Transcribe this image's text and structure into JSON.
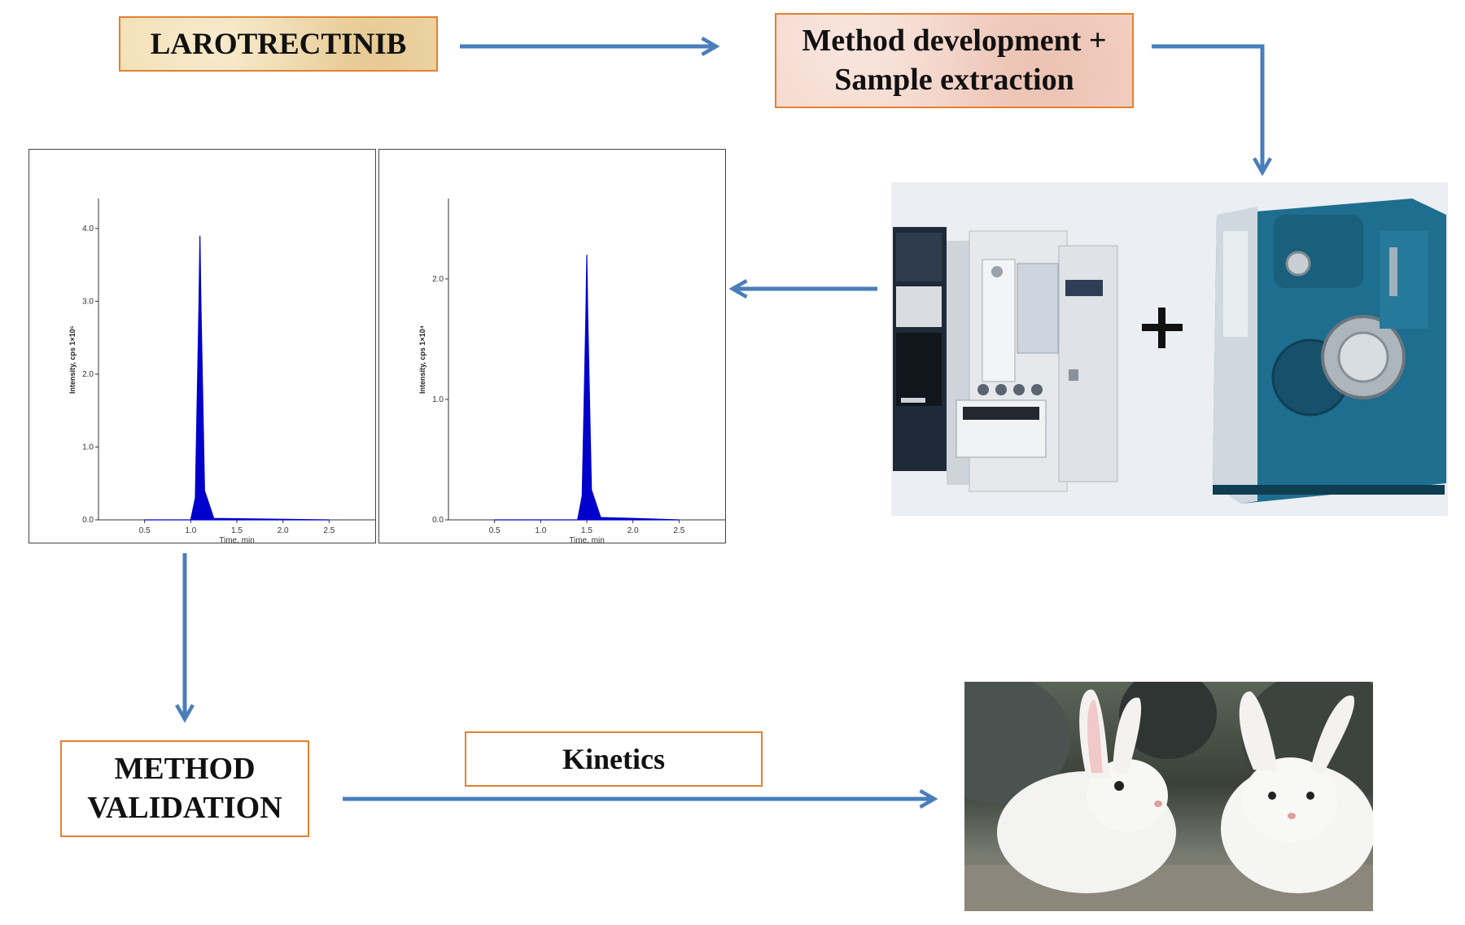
{
  "boxes": {
    "drug": "LAROTRECTINIB",
    "method_line1": "Method development +",
    "method_line2": "Sample extraction",
    "validation_line1": "METHOD",
    "validation_line2": "VALIDATION",
    "kinetics": "Kinetics"
  },
  "instrument": {
    "plus_sign": "+"
  },
  "colors": {
    "arrow": "#4a7ebb",
    "box_border": "#e2812f",
    "peak": "#0000cc"
  },
  "chart_data": [
    {
      "type": "line",
      "title": "",
      "xlabel": "Time, min",
      "ylabel": "Intensity, cps 1×10⁵",
      "xlim": [
        0,
        3.0
      ],
      "ylim": [
        0,
        4.3
      ],
      "xticks": [
        "0.5",
        "1.0",
        "1.5",
        "2.0",
        "2.5"
      ],
      "yticks": [
        "0.0",
        "1.0",
        "2.0",
        "3.0",
        "4.0"
      ],
      "series": [
        {
          "x": [
            0.5,
            1.0,
            1.05,
            1.09,
            1.1,
            1.11,
            1.15,
            1.25,
            2.5
          ],
          "y": [
            0,
            0,
            0.3,
            3.0,
            3.9,
            3.0,
            0.4,
            0.02,
            0
          ]
        }
      ]
    },
    {
      "type": "line",
      "title": "",
      "xlabel": "Time, min",
      "ylabel": "Intensity, cps 1×10⁴",
      "xlim": [
        0,
        3.0
      ],
      "ylim": [
        0,
        2.6
      ],
      "xticks": [
        "0.5",
        "1.0",
        "1.5",
        "2.0",
        "2.5"
      ],
      "yticks": [
        "0.0",
        "1.0",
        "2.0"
      ],
      "series": [
        {
          "x": [
            0.5,
            1.4,
            1.45,
            1.49,
            1.5,
            1.51,
            1.55,
            1.65,
            2.5
          ],
          "y": [
            0,
            0,
            0.2,
            1.7,
            2.2,
            1.7,
            0.25,
            0.02,
            0
          ]
        }
      ]
    }
  ]
}
